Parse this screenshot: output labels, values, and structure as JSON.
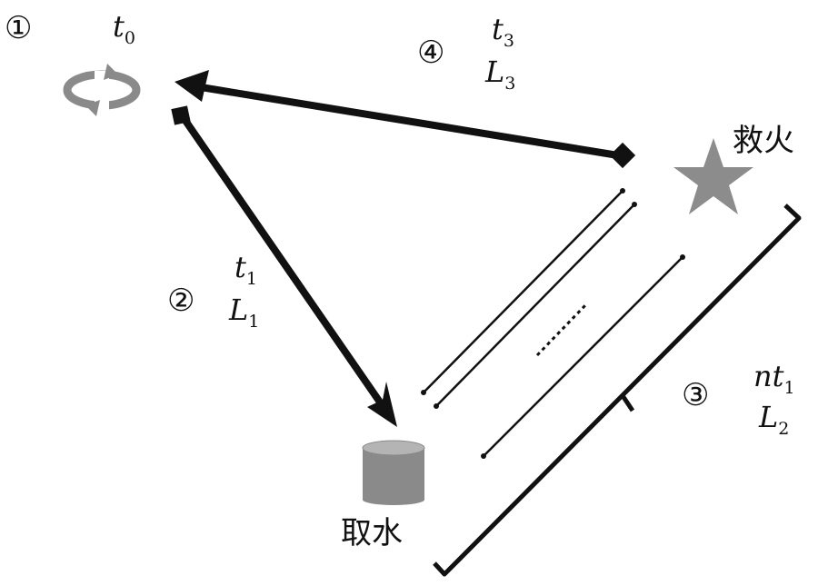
{
  "steps": {
    "s1": {
      "num": "①",
      "time": "t",
      "time_sub": "0"
    },
    "s2": {
      "num": "②",
      "time": "t",
      "time_sub": "1",
      "dist": "L",
      "dist_sub": "1"
    },
    "s3": {
      "num": "③",
      "time": "nt",
      "time_sub": "1",
      "dist": "L",
      "dist_sub": "2"
    },
    "s4": {
      "num": "④",
      "time": "t",
      "time_sub": "3",
      "dist": "L",
      "dist_sub": "3"
    }
  },
  "labels": {
    "fire": "救火",
    "water": "取水",
    "dots": "......"
  },
  "icons": {
    "cycle": "cycle-arrows-icon",
    "star": "star-icon",
    "tank": "water-tank-icon"
  },
  "colors": {
    "arrow": "#111111",
    "icon_gray": "#8a8a8a",
    "star_gray": "#8c8c8c"
  }
}
